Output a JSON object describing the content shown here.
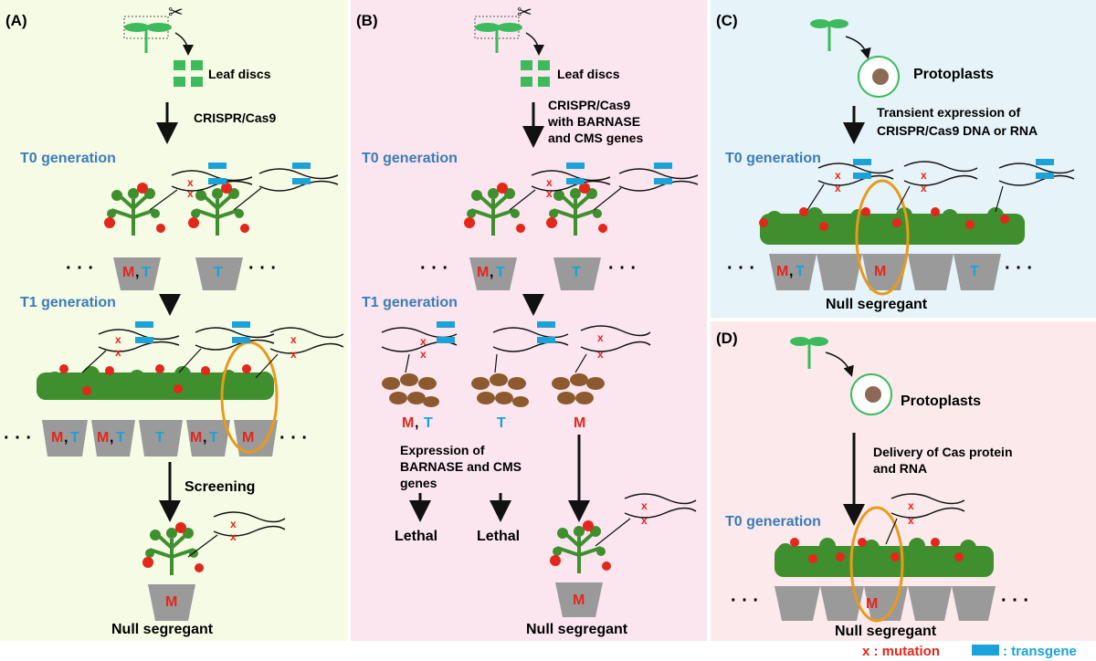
{
  "panels": {
    "a": {
      "letter": "(A)",
      "leaf_discs": "Leaf discs",
      "method": "CRISPR/Cas9",
      "t0": "T0 generation",
      "t1": "T1 generation",
      "screening": "Screening",
      "null_segregant": "Null segregant",
      "dots": "· · ·"
    },
    "b": {
      "letter": "(B)",
      "leaf_discs": "Leaf discs",
      "method_lines": [
        "CRISPR/Cas9",
        "with BARNASE",
        "and CMS genes"
      ],
      "t0": "T0 generation",
      "t1": "T1 generation",
      "expression_lines": [
        "Expression of",
        "BARNASE and CMS",
        "genes"
      ],
      "lethal": "Lethal",
      "null_segregant": "Null segregant",
      "dots": "· · ·"
    },
    "c": {
      "letter": "(C)",
      "protoplasts": "Protoplasts",
      "method_lines": [
        "Transient expression of",
        "CRISPR/Cas9 DNA or RNA"
      ],
      "t0": "T0 generation",
      "null_segregant": "Null segregant",
      "dots": "· · ·"
    },
    "d": {
      "letter": "(D)",
      "protoplasts": "Protoplasts",
      "method_lines": [
        "Delivery of Cas protein",
        "and RNA"
      ],
      "t0": "T0 generation",
      "null_segregant": "Null segregant",
      "dots": "· · ·"
    }
  },
  "genotype": {
    "m": "M",
    "comma": ",",
    "t": "T"
  },
  "legend": {
    "mutation": "x : mutation",
    "transgene": ": transgene"
  },
  "colors": {
    "panel_a_bg": "#f6fbe6",
    "panel_b_bg": "#fbe6ef",
    "panel_c_bg": "#e6f3f8",
    "panel_d_bg": "#fbe9ec",
    "generation_text": "#3b7cb8",
    "mutation_red": "#e4261b",
    "transgene_blue": "#1ba3d9",
    "highlight_orange": "#e89a1c",
    "leaf_green": "#3f8f2e",
    "disc_green": "#3dbb5c",
    "pot_gray": "#9a9a9a",
    "seed_brown": "#8c5a2e"
  }
}
